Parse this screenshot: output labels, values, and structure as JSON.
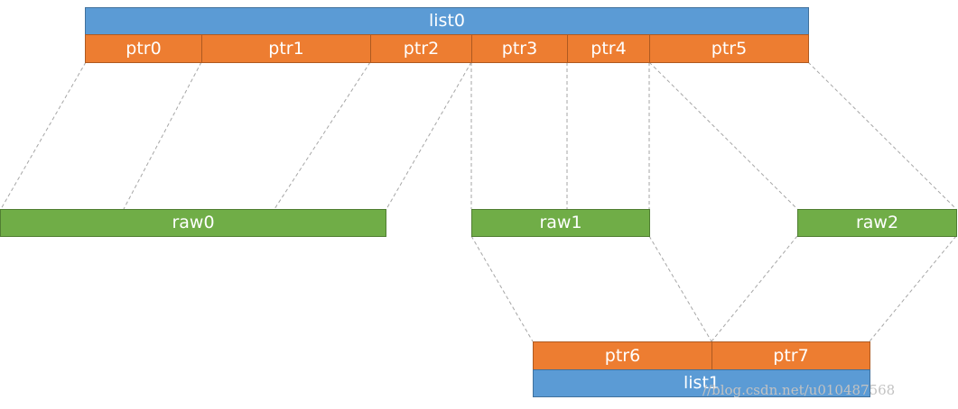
{
  "list0": {
    "label": "list0",
    "color": "#5b9bd5"
  },
  "list0_ptrs": [
    "ptr0",
    "ptr1",
    "ptr2",
    "ptr3",
    "ptr4",
    "ptr5"
  ],
  "raws": [
    "raw0",
    "raw1",
    "raw2"
  ],
  "list1_ptrs": [
    "ptr6",
    "ptr7"
  ],
  "list1": {
    "label": "list1",
    "color": "#5b9bd5"
  },
  "colors": {
    "list": "#5b9bd5",
    "ptr": "#ed7d31",
    "raw": "#70ad47",
    "connector": "#a6a6a6"
  },
  "watermark": "//blog.csdn.net/u010487568"
}
